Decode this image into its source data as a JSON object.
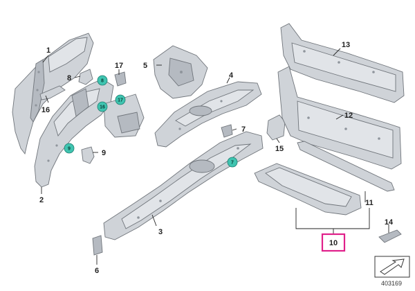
{
  "colors": {
    "part_fill": "#cfd3d8",
    "part_stroke": "#6f747a",
    "callout_fill": "#3fc4b0",
    "highlight_box": "#e0208a",
    "label_text": "#222222"
  },
  "part_labels": {
    "p1": "1",
    "p2": "2",
    "p3": "3",
    "p4": "4",
    "p5": "5",
    "p6": "6",
    "p7": "7",
    "p8": "8",
    "p9": "9",
    "p10": "10",
    "p11": "11",
    "p12": "12",
    "p13": "13",
    "p14": "14",
    "p15": "15",
    "p16": "16",
    "p17": "17"
  },
  "callouts": {
    "c8": "8",
    "c16": "16",
    "c17": "17",
    "c9": "9",
    "c7": "7"
  },
  "highlighted_part": "10",
  "diagram_ref": "403169",
  "icons": [
    "direction-arrow-icon"
  ]
}
